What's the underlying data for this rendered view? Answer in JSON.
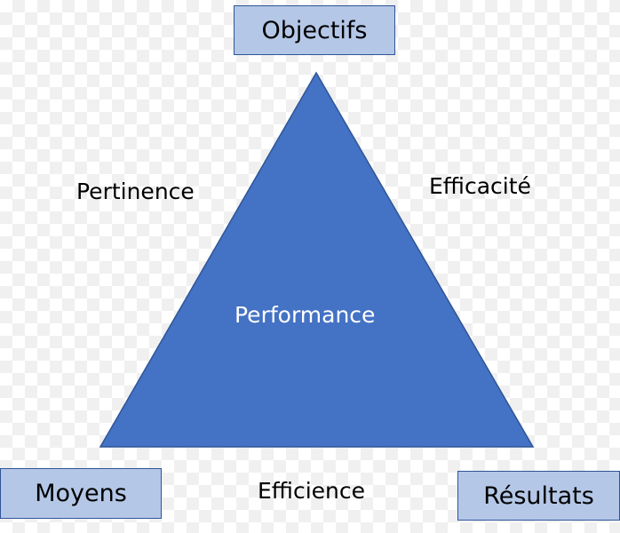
{
  "diagram": {
    "vertices": {
      "top": "Objectifs",
      "bottom_left": "Moyens",
      "bottom_right": "Résultats"
    },
    "edges": {
      "left": "Pertinence",
      "right": "Efficacité",
      "bottom": "Efficience"
    },
    "center": "Performance",
    "colors": {
      "triangle_fill": "#4472c4",
      "triangle_stroke": "#2f5597",
      "box_fill": "#b4c7e7",
      "box_border": "#2f5597"
    }
  }
}
